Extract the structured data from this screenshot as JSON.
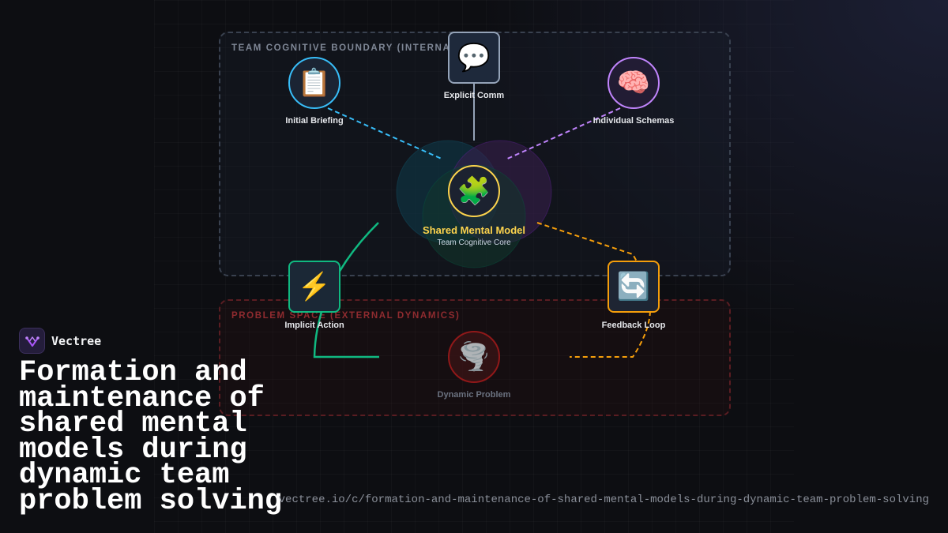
{
  "zones": {
    "internal": "TEAM COGNITIVE BOUNDARY (INTERNAL)",
    "external": "PROBLEM SPACE (EXTERNAL DYNAMICS)"
  },
  "nodes": {
    "briefing": {
      "icon": "📋",
      "label": "Initial Briefing",
      "icon_name": "clipboard-icon",
      "color": "#38bdf8"
    },
    "comm": {
      "icon": "💬",
      "label": "Explicit Comm",
      "icon_name": "speech-bubble-icon",
      "color": "#94a3b8"
    },
    "schemas": {
      "icon": "🧠",
      "label": "Individual Schemas",
      "icon_name": "brain-icon",
      "color": "#c084fc"
    },
    "core": {
      "icon": "🧩",
      "label": "Shared Mental Model",
      "sublabel": "Team Cognitive Core",
      "icon_name": "puzzle-piece-icon",
      "color": "#fcd34d"
    },
    "action": {
      "icon": "⚡",
      "label": "Implicit Action",
      "icon_name": "lightning-icon",
      "color": "#10b981"
    },
    "feedback": {
      "icon": "🔄",
      "label": "Feedback Loop",
      "icon_name": "cycle-arrows-icon",
      "color": "#f59e0b"
    },
    "problem": {
      "icon": "🌪️",
      "label": "Dynamic Problem",
      "icon_name": "tornado-icon",
      "color": "#b91c1c"
    }
  },
  "brand": {
    "name": "Vectree",
    "accent": "#a855f7"
  },
  "title": "Formation and maintenance of shared mental models during dynamic team problem solving",
  "url": "vectree.io/c/formation-and-maintenance-of-shared-mental-models-during-dynamic-team-problem-solving"
}
